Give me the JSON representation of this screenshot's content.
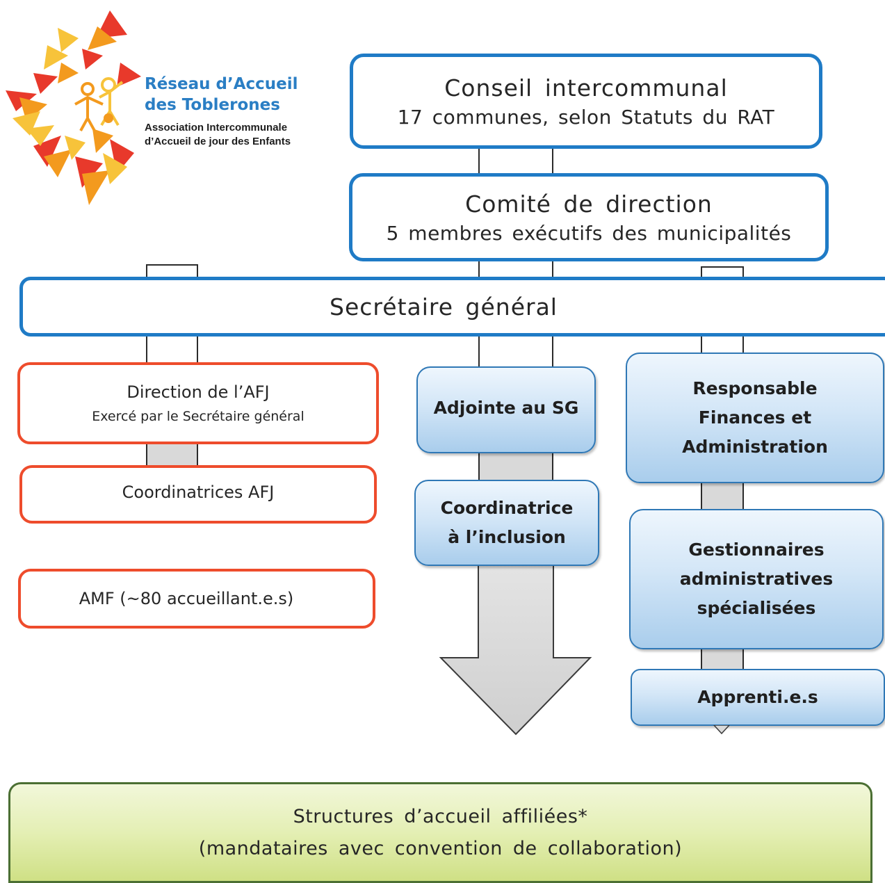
{
  "logo": {
    "name_line1": "Réseau d’Accueil",
    "name_line2": "des Toblerones",
    "sub_line1": "Association Intercommunale",
    "sub_line2": "d’Accueil de jour des Enfants",
    "colors": {
      "brand_blue": "#2a7ec4",
      "sun_red": "#e8392b",
      "sun_orange": "#f39a1e",
      "sun_yellow": "#f7c33a"
    }
  },
  "nodes": {
    "conseil": {
      "title": "Conseil intercommunal",
      "subtitle": "17 communes, selon Statuts du RAT"
    },
    "comite": {
      "title": "Comité de direction",
      "subtitle": "5 membres exécutifs des municipalités"
    },
    "secretaire": {
      "title": "Secrétaire général"
    },
    "direction_afj": {
      "title": "Direction de l’AFJ",
      "subtitle": "Exercé par le Secrétaire général"
    },
    "coordinatrices_afj": {
      "title": "Coordinatrices AFJ"
    },
    "amf": {
      "title": "AMF (~80 accueillant.e.s)"
    },
    "adjointe_sg": {
      "title": "Adjointe au SG"
    },
    "coord_inclusion": {
      "line1": "Coordinatrice",
      "line2": "à l’inclusion"
    },
    "responsable_fa": {
      "line1": "Responsable",
      "line2": "Finances et",
      "line3": "Administration"
    },
    "gestionnaires": {
      "line1": "Gestionnaires",
      "line2": "administratives",
      "line3": "spécialisées"
    },
    "apprentis": {
      "title": "Apprenti.e.s"
    },
    "structures": {
      "line1": "Structures d’accueil affiliées*",
      "line2": "(mandataires avec convention de collaboration)"
    }
  },
  "colors": {
    "governance_border": "#1f7bc6",
    "afj_border": "#ee4c2c",
    "staff_fill": "#a9cdec",
    "structures_border": "#4b6f33",
    "structures_fill": "#cfe085"
  }
}
